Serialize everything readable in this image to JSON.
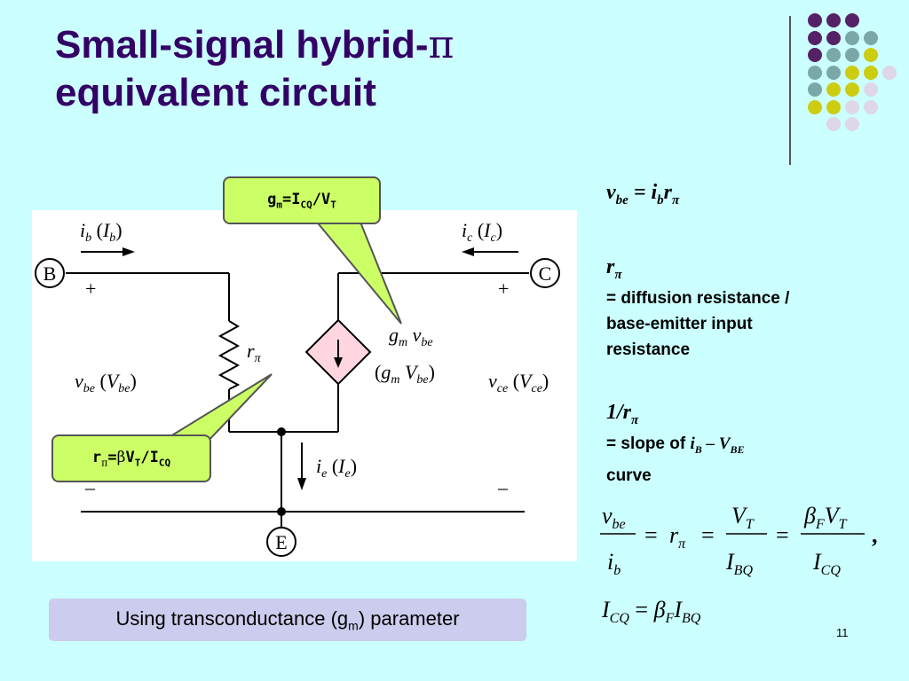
{
  "slide": {
    "title_line1": "Small-signal hybrid-",
    "title_pi": "π",
    "title_line2": "equivalent circuit",
    "number": "11"
  },
  "decor": {
    "dots": [
      [
        "#552266",
        "#552266",
        "#552266",
        null,
        null
      ],
      [
        "#552266",
        "#552266",
        "#7aa7a7",
        "#7aa7a7",
        null
      ],
      [
        "#552266",
        "#7aa7a7",
        "#7aa7a7",
        "#cccc11",
        null
      ],
      [
        "#7aa7a7",
        "#7aa7a7",
        "#cccc11",
        "#cccc11",
        "#ddd7e7"
      ],
      [
        "#7aa7a7",
        "#cccc11",
        "#cccc11",
        "#ddd7e7",
        null
      ],
      [
        "#cccc11",
        "#cccc11",
        "#ddd7e7",
        "#ddd7e7",
        null
      ],
      [
        null,
        "#ddd7e7",
        "#ddd7e7",
        null,
        null
      ]
    ]
  },
  "circuit": {
    "node_b": "B",
    "node_c": "C",
    "node_e": "E",
    "ib_label": "i",
    "ib_sub": "b",
    "ib_big": "I",
    "ib_big_sub": "b",
    "ic_label": "i",
    "ic_sub": "c",
    "ic_big": "I",
    "ic_big_sub": "c",
    "ie_label": "i",
    "ie_sub": "e",
    "ie_big": "I",
    "ie_big_sub": "e",
    "plus": "+",
    "minus": "–",
    "r_label": "r",
    "pi": "π",
    "gm": "g",
    "gm_sub": "m",
    "vbe_v": "v",
    "vbe_sub": "be",
    "Vbe_V": "V",
    "Vbe_sub": "be",
    "vce_v": "v",
    "vce_sub": "ce",
    "Vce_V": "V",
    "Vce_sub": "ce"
  },
  "callouts": {
    "gm_g": "g",
    "gm_m": "m",
    "gm_eq": "=I",
    "gm_cq": "CQ",
    "gm_slash": "/V",
    "gm_t": "T",
    "r_r": "r",
    "r_pi": "π",
    "r_eq": "=",
    "r_beta": "β",
    "r_v": "V",
    "r_t": "T",
    "r_slash": "/I",
    "r_cq": "CQ"
  },
  "right": {
    "eq1_v": "v",
    "eq1_vsub": "be",
    "eq1_eq": " = i",
    "eq1_isub": "b",
    "eq1_r": "r",
    "eq1_pi": "π",
    "rpi_r": "r",
    "rpi_pi": "π",
    "rpi_desc1": "= diffusion resistance /",
    "rpi_desc2": "base-emitter input",
    "rpi_desc3": "resistance",
    "inv_txt": "1/r",
    "inv_pi": "π",
    "slope_pre": "= slope of ",
    "slope_i": "i",
    "slope_b": "B",
    "slope_dash": " – ",
    "slope_v": "V",
    "slope_be": "BE",
    "slope_curve": "curve"
  },
  "formula": {
    "v": "v",
    "vsub": "be",
    "i": "i",
    "isub": "b",
    "r": "r",
    "pi": "π",
    "VT": "V",
    "Tsub": "T",
    "IBQ": "I",
    "BQsub": "BQ",
    "beta": "β",
    "Fsub": "F",
    "VT2": "V",
    "Tsub2": "T",
    "ICQ": "I",
    "CQsub": "CQ",
    "eq": "=",
    "comma": ",",
    "icq_I": "I",
    "icq_sub": "CQ",
    "icq_beta": "β",
    "icq_F": "F",
    "icq_I2": "I",
    "icq_BQ": "BQ"
  },
  "footer": {
    "text_pre": "Using transconductance (g",
    "text_sub": "m",
    "text_post": ") parameter"
  }
}
